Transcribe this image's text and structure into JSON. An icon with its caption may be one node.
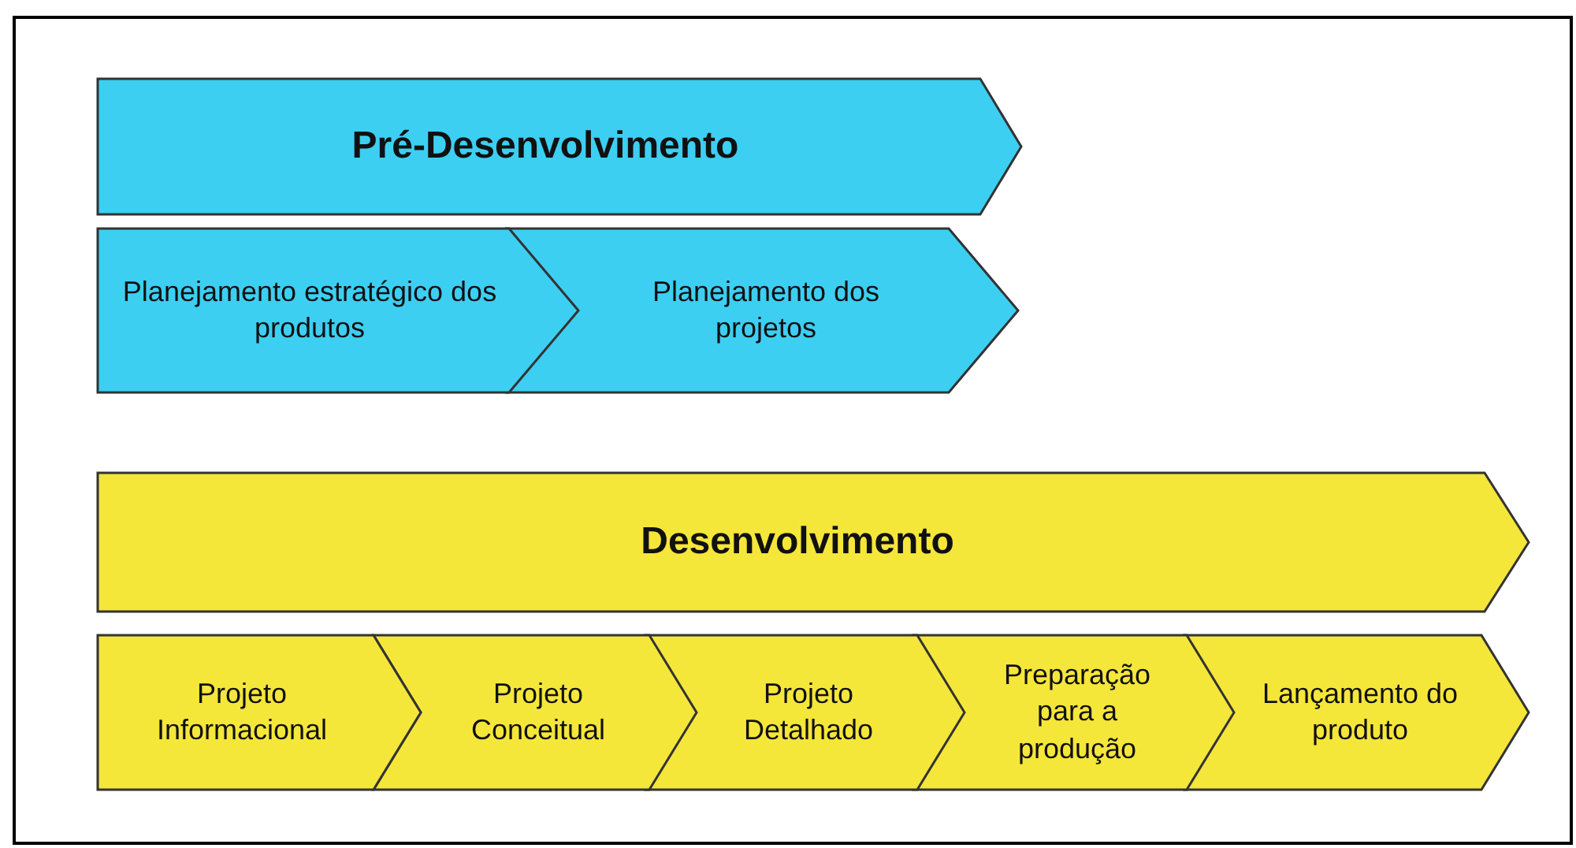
{
  "diagram": {
    "nodes": [
      {
        "text": [
          "Pré-Desenvolvimento"
        ]
      },
      {
        "text": [
          "Planejamento estratégico dos produtos"
        ]
      },
      {
        "text": [
          "Planejamento dos projetos"
        ]
      },
      {
        "text": [
          "Desenvolvimento"
        ]
      },
      {
        "text": [
          "Projeto Informacional"
        ]
      },
      {
        "text": [
          "Projeto Conceitual"
        ]
      },
      {
        "text": [
          "Projeto Detalhado"
        ]
      },
      {
        "text": [
          "Preparação para a produção"
        ]
      },
      {
        "text": [
          "Lançamento do produto"
        ]
      }
    ]
  }
}
